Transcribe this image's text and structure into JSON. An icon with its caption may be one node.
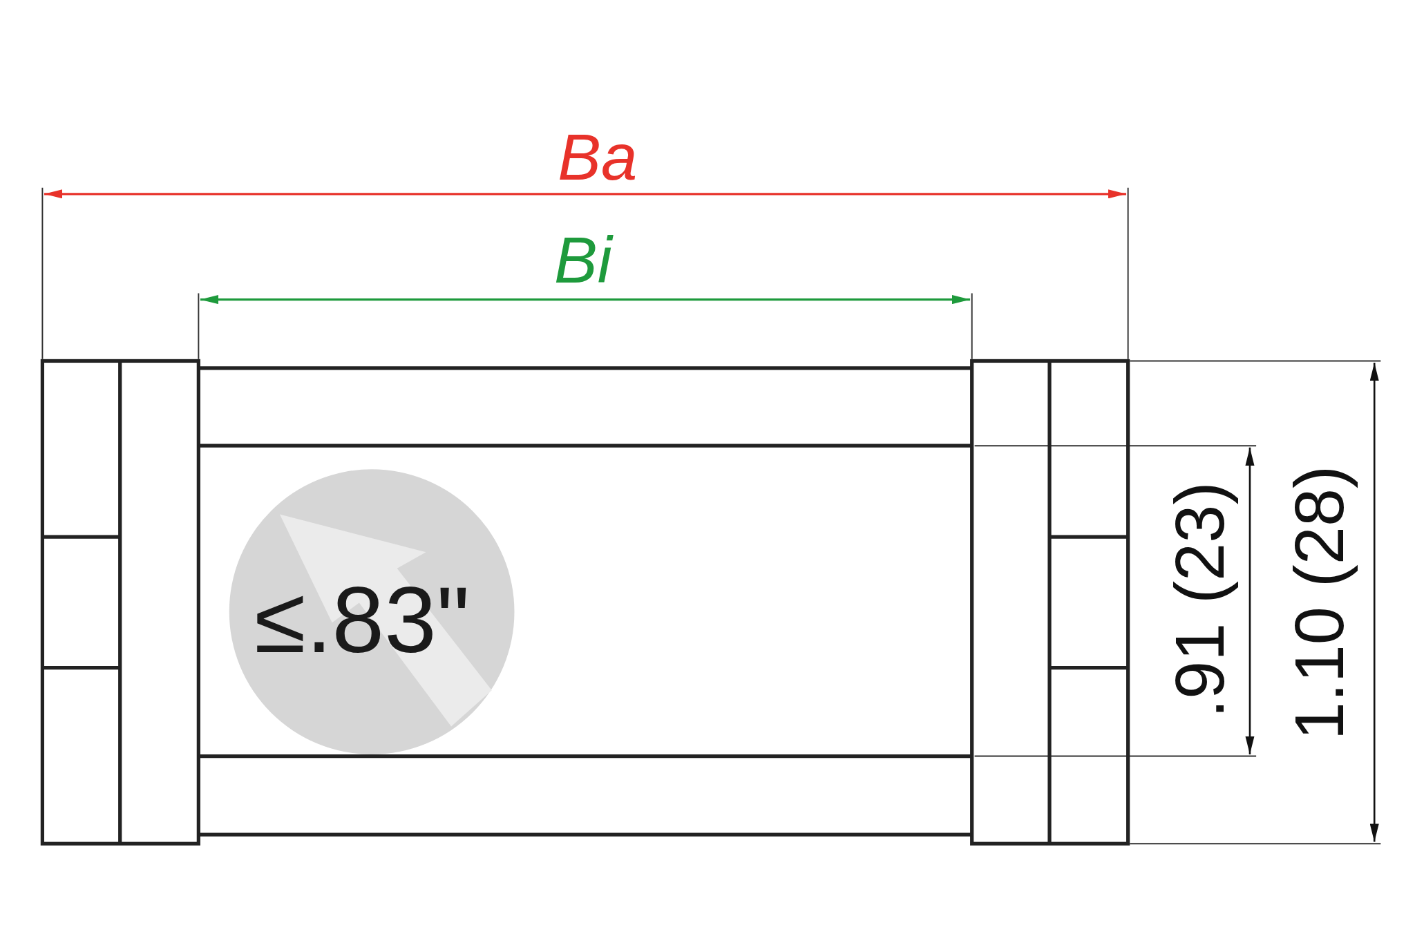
{
  "diagram": {
    "labels": [
      "Ba",
      "Bi",
      "≤.83\"",
      ".91 (23)",
      "1.10 (28)"
    ]
  }
}
